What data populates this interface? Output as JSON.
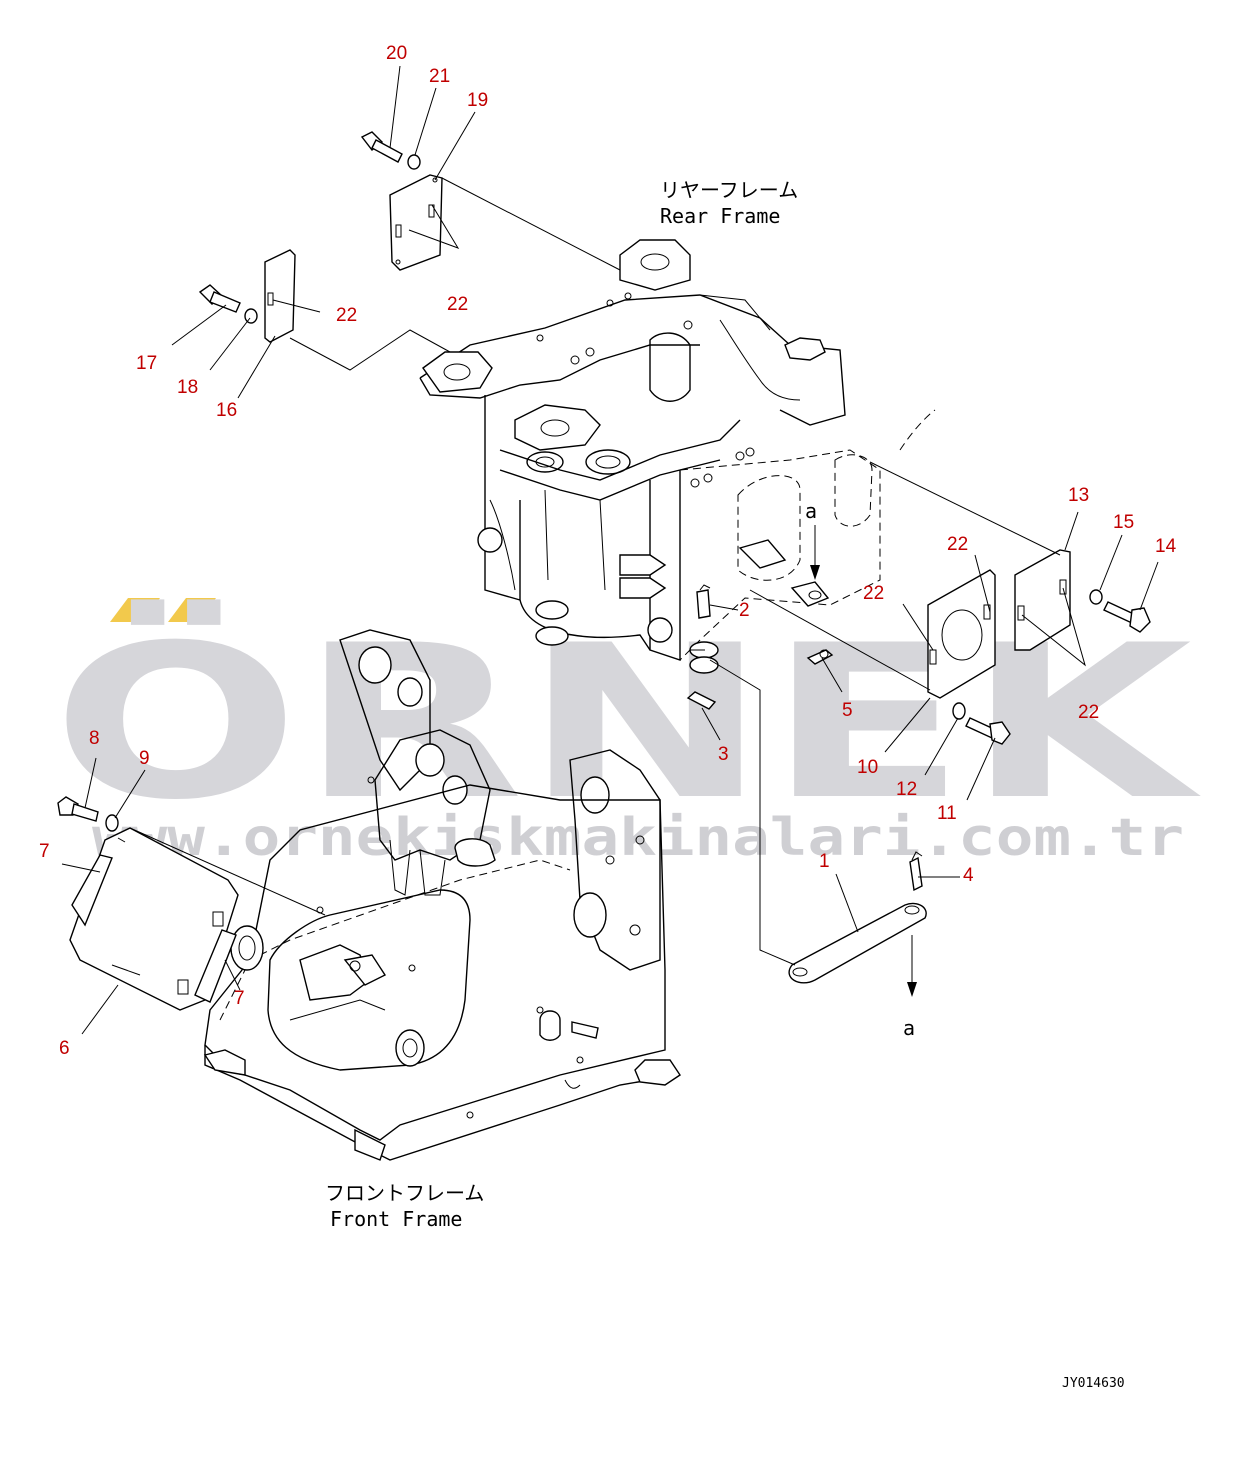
{
  "watermark": {
    "brand": "ÖRNEK",
    "url": "www.ornekiskmakinalari.com.tr",
    "accent_color": "#f2c94c"
  },
  "frames": {
    "rear_jp": "リヤーフレーム",
    "rear_en": "Rear Frame",
    "front_jp": "フロントフレーム",
    "front_en": "Front Frame"
  },
  "view_markers": {
    "top": "a",
    "bottom": "a"
  },
  "drawing_id": "JY014630",
  "callout_color": "#c00000",
  "callouts": [
    {
      "id": "c20",
      "label": "20"
    },
    {
      "id": "c21",
      "label": "21"
    },
    {
      "id": "c19",
      "label": "19"
    },
    {
      "id": "c22a",
      "label": "22"
    },
    {
      "id": "c22b",
      "label": "22"
    },
    {
      "id": "c17",
      "label": "17"
    },
    {
      "id": "c18",
      "label": "18"
    },
    {
      "id": "c16",
      "label": "16"
    },
    {
      "id": "c13",
      "label": "13"
    },
    {
      "id": "c15",
      "label": "15"
    },
    {
      "id": "c14",
      "label": "14"
    },
    {
      "id": "c22c",
      "label": "22"
    },
    {
      "id": "c22d",
      "label": "22"
    },
    {
      "id": "c22e",
      "label": "22"
    },
    {
      "id": "c2",
      "label": "2"
    },
    {
      "id": "c5",
      "label": "5"
    },
    {
      "id": "c3",
      "label": "3"
    },
    {
      "id": "c10",
      "label": "10"
    },
    {
      "id": "c12",
      "label": "12"
    },
    {
      "id": "c11",
      "label": "11"
    },
    {
      "id": "c8",
      "label": "8"
    },
    {
      "id": "c9",
      "label": "9"
    },
    {
      "id": "c7a",
      "label": "7"
    },
    {
      "id": "c7b",
      "label": "7"
    },
    {
      "id": "c6",
      "label": "6"
    },
    {
      "id": "c1",
      "label": "1"
    },
    {
      "id": "c4",
      "label": "4"
    }
  ]
}
